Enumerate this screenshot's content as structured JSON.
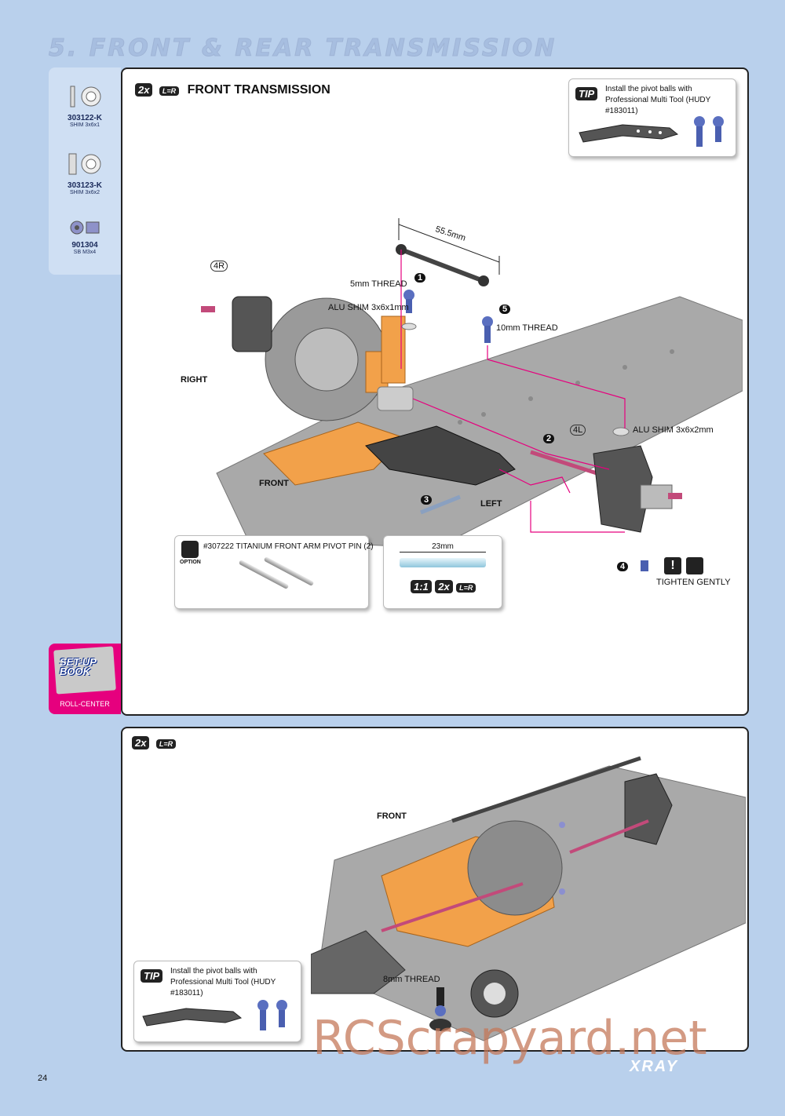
{
  "section_title": "5. FRONT & REAR TRANSMISSION",
  "parts": [
    {
      "number": "303122-K",
      "desc": "SHIM 3x6x1"
    },
    {
      "number": "303123-K",
      "desc": "SHIM 3x6x2"
    },
    {
      "number": "901304",
      "desc": "SB M3x4"
    }
  ],
  "step1": {
    "qty_badge": "2x",
    "lr_badge": "L=R",
    "title": "FRONT TRANSMISSION",
    "tip": {
      "badge": "TIP",
      "text": "Install the pivot balls with Professional Multi Tool (HUDY #183011)"
    },
    "labels": {
      "dim_555": "55.5mm",
      "thread5": "5mm THREAD",
      "alu136": "ALU SHIM 3x6x1mm",
      "thread10": "10mm THREAD",
      "alu362": "ALU SHIM 3x6x2mm",
      "right": "RIGHT",
      "front": "FRONT",
      "left": "LEFT",
      "tighten": "TIGHTEN GENTLY",
      "n4r": "4R",
      "n4l": "4L",
      "s1": "1",
      "s2": "2",
      "s3": "3",
      "s4": "4",
      "s5": "5"
    },
    "option": {
      "badge": "OPTION",
      "text": "#307222  TITANIUM FRONT ARM PIVOT PIN (2)"
    },
    "pin_box": {
      "dim": "23mm",
      "scale": "1:1",
      "qty": "2x",
      "lr": "L=R"
    }
  },
  "setup_book": {
    "title": "SET-UP BOOK",
    "subtitle": "ROLL-CENTER"
  },
  "step2": {
    "qty_badge": "2x",
    "lr_badge": "L=R",
    "front": "FRONT",
    "thread8": "8mm THREAD",
    "tip": {
      "badge": "TIP",
      "text": "Install the pivot balls with Professional Multi Tool (HUDY #183011)"
    }
  },
  "page_number": "24",
  "brand": "XRAY",
  "watermark": "RCScrapyard.net",
  "colors": {
    "background": "#b9d0ec",
    "magenta": "#e6007e",
    "orange": "#f2a14a",
    "carbon": "#888888"
  }
}
